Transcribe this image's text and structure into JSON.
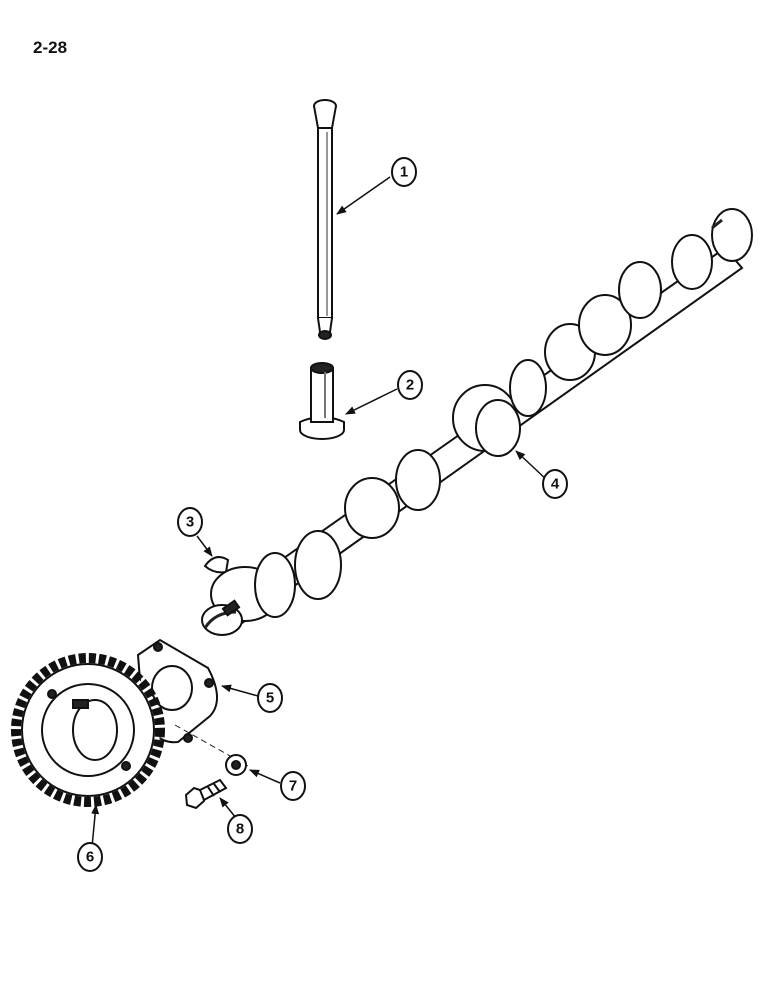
{
  "page": {
    "number": "2-28"
  },
  "parts": [
    {
      "callout": "1",
      "part": "push-rod"
    },
    {
      "callout": "2",
      "part": "tappet"
    },
    {
      "callout": "3",
      "part": "woodruff-key"
    },
    {
      "callout": "4",
      "part": "camshaft"
    },
    {
      "callout": "5",
      "part": "thrust-plate"
    },
    {
      "callout": "6",
      "part": "camshaft-gear"
    },
    {
      "callout": "7",
      "part": "lock-washer"
    },
    {
      "callout": "8",
      "part": "bolt"
    }
  ]
}
